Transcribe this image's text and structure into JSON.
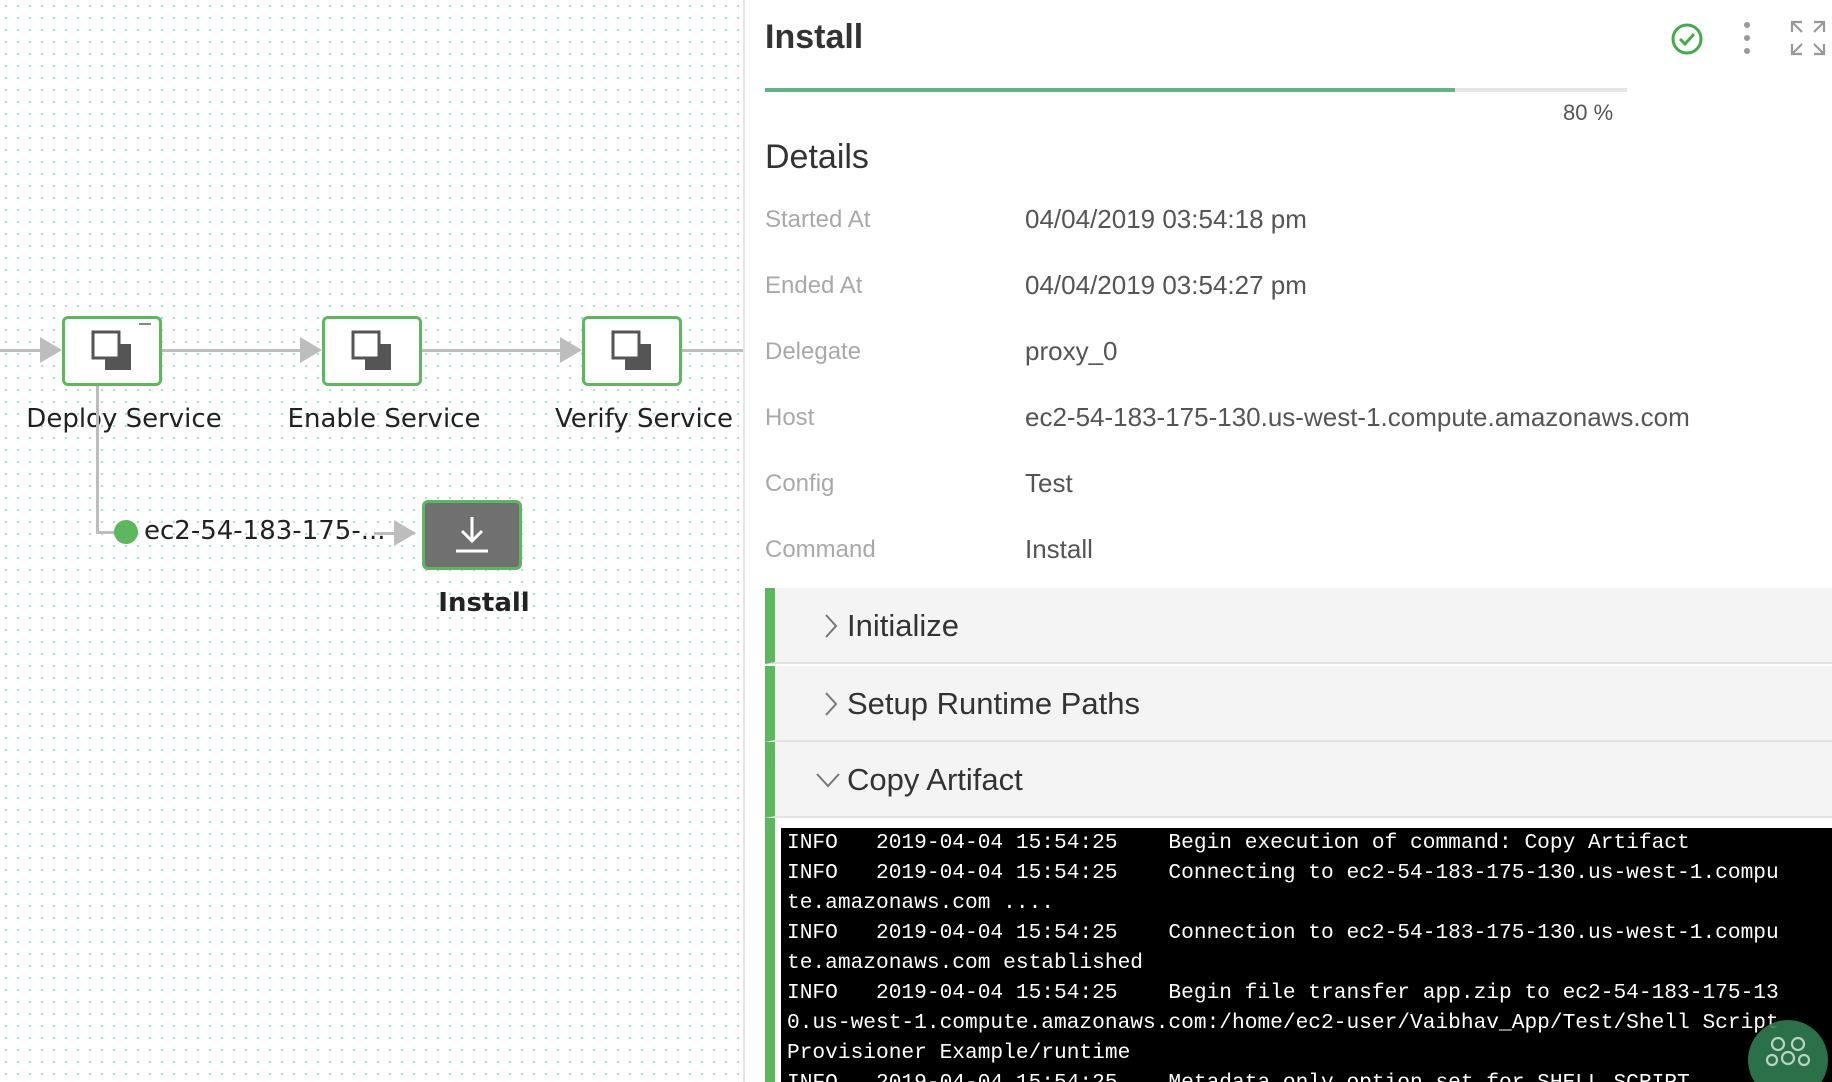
{
  "workflow": {
    "nodes": [
      {
        "label": "Deploy Service",
        "icon": "copy-service-icon"
      },
      {
        "label": "Enable Service",
        "icon": "copy-service-icon"
      },
      {
        "label": "Verify Service",
        "icon": "copy-service-icon"
      }
    ],
    "host_label": "ec2-54-183-175-...",
    "install_node": {
      "label": "Install",
      "icon": "download-icon"
    }
  },
  "panel": {
    "title": "Install",
    "status_icon": "check-circle-icon",
    "menu_icon": "kebab-menu-icon",
    "expand_icon": "expand-icon",
    "progress": {
      "value": 80,
      "text": "80 %"
    },
    "details_heading": "Details",
    "details": [
      {
        "key": "Started At",
        "value": "04/04/2019 03:54:18 pm"
      },
      {
        "key": "Ended At",
        "value": "04/04/2019 03:54:27 pm"
      },
      {
        "key": "Delegate",
        "value": "proxy_0"
      },
      {
        "key": "Host",
        "value": "ec2-54-183-175-130.us-west-1.compute.amazonaws.com"
      },
      {
        "key": "Config",
        "value": "Test"
      },
      {
        "key": "Command",
        "value": "Install"
      }
    ],
    "steps": [
      {
        "label": "Initialize",
        "expanded": false
      },
      {
        "label": "Setup Runtime Paths",
        "expanded": false
      },
      {
        "label": "Copy Artifact",
        "expanded": true
      }
    ],
    "log_lines": [
      "INFO   2019-04-04 15:54:25    Begin execution of command: Copy Artifact",
      "INFO   2019-04-04 15:54:25    Connecting to ec2-54-183-175-130.us-west-1.compu",
      "te.amazonaws.com ....",
      "INFO   2019-04-04 15:54:25    Connection to ec2-54-183-175-130.us-west-1.compu",
      "te.amazonaws.com established",
      "INFO   2019-04-04 15:54:25    Begin file transfer app.zip to ec2-54-183-175-13",
      "0.us-west-1.compute.amazonaws.com:/home/ec2-user/Vaibhav_App/Test/Shell Script",
      "Provisioner Example/runtime",
      "INFO   2019-04-04 15:54:25    Metadata only option set for SHELL_SCRIPT"
    ]
  },
  "colors": {
    "accent_green": "#5cb85c",
    "progress_green": "#5fb388",
    "log_bg": "#000000"
  }
}
